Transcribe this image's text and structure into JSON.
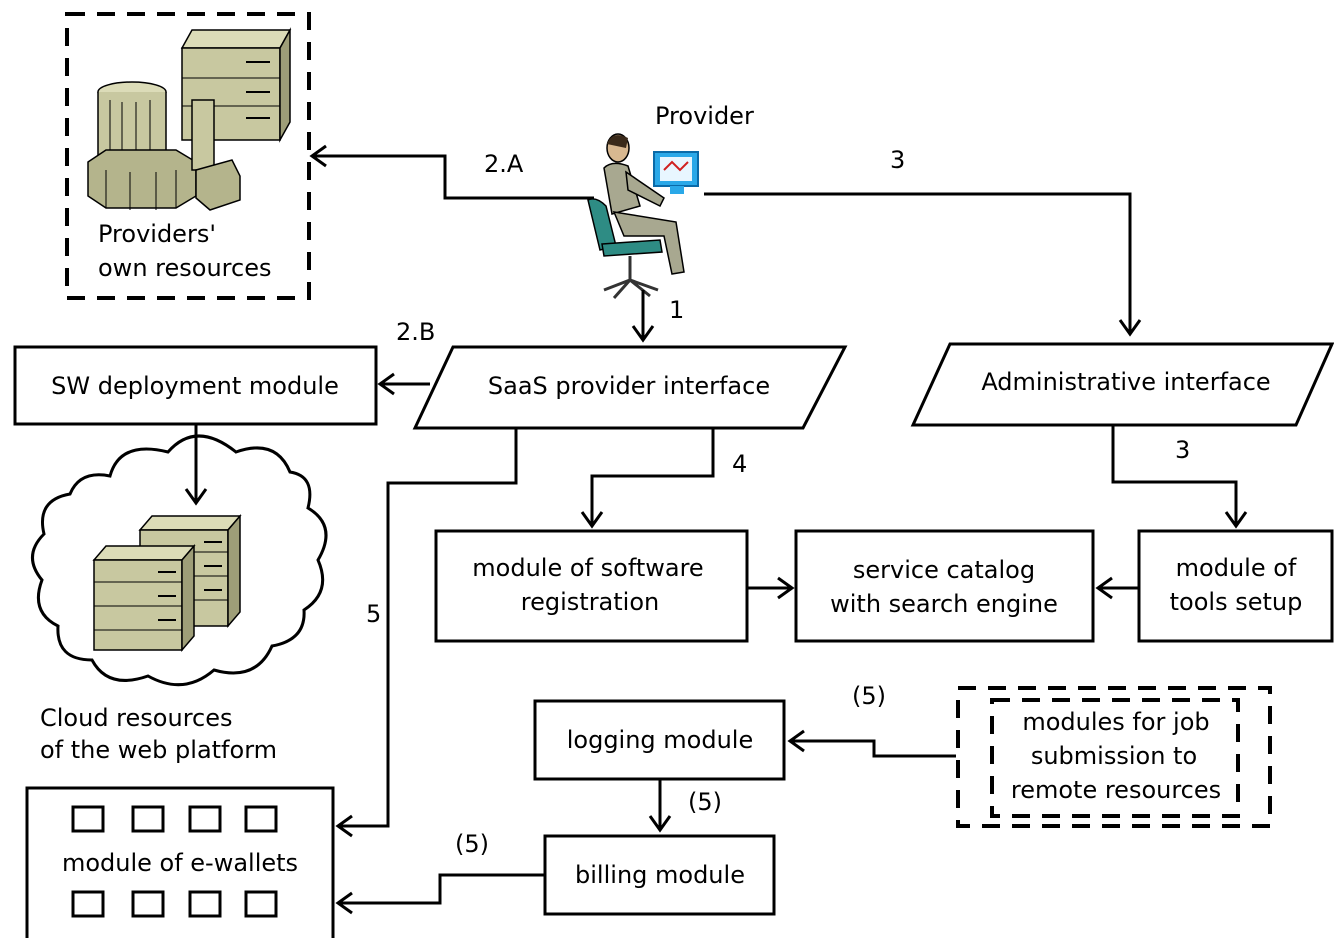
{
  "nodes": {
    "provider": "Provider",
    "own_resources": [
      "Providers'",
      "own resources"
    ],
    "sw_deployment": "SW deployment module",
    "saas_interface": "SaaS provider interface",
    "admin_interface": "Administrative  interface",
    "software_registration": [
      "module of software",
      "registration"
    ],
    "service_catalog": [
      "service catalog",
      "with search engine"
    ],
    "tools_setup": [
      "module of",
      "tools setup"
    ],
    "cloud_resources": [
      "Cloud resources",
      "of the web platform"
    ],
    "logging": "logging module",
    "job_submission": [
      "modules for job",
      "submission to",
      "remote resources"
    ],
    "billing": "billing module",
    "e_wallets": "module of e-wallets"
  },
  "edge_labels": {
    "a_2A": "2.A",
    "a_3top": "3",
    "a_1": "1",
    "a_2B": "2.B",
    "a_3right": "3",
    "a_4": "4",
    "a_5": "5",
    "a_5_jobs": "(5)",
    "a_5_logging": "(5)",
    "a_5_billing": "(5)"
  },
  "colors": {
    "line": "#000000",
    "server_fill": "#c8c8a0",
    "server_shade": "#9e9e78",
    "monitor": "#2aa8e8",
    "person_suit": "#a8a890",
    "chair": "#2e8c84"
  },
  "icons": [
    "server-rack-icon",
    "provider-person-icon",
    "cloud-icon",
    "wallet-slot-icon"
  ]
}
